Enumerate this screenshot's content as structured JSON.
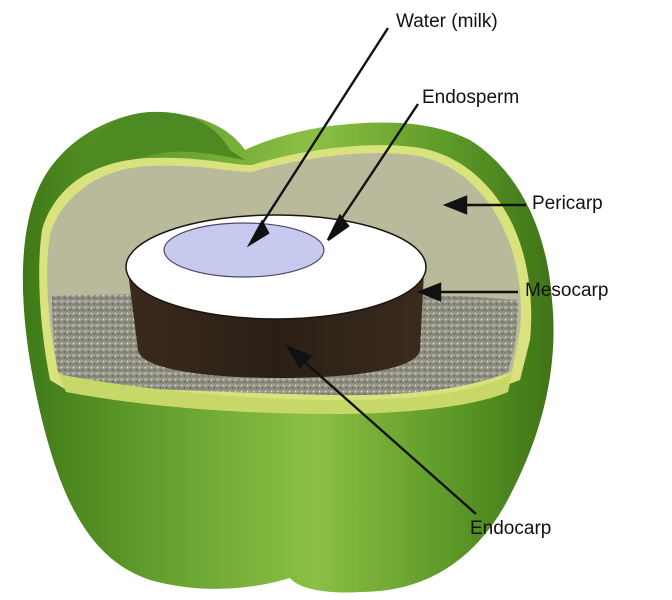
{
  "labels": {
    "water": "Water (milk)",
    "endosperm": "Endosperm",
    "pericarp": "Pericarp",
    "mesocarp": "Mesocarp",
    "endocarp": "Endocarp"
  },
  "colors": {
    "skin": "#5f9a2c",
    "skin_light": "#9bc84a",
    "rim": "#d7e27a",
    "mesocarp": "#b9b99a",
    "fiber": "#8d8d80",
    "shell": "#2e2218",
    "meat": "#ffffff",
    "milk": "#c8c9ee",
    "arrow": "#111111"
  }
}
